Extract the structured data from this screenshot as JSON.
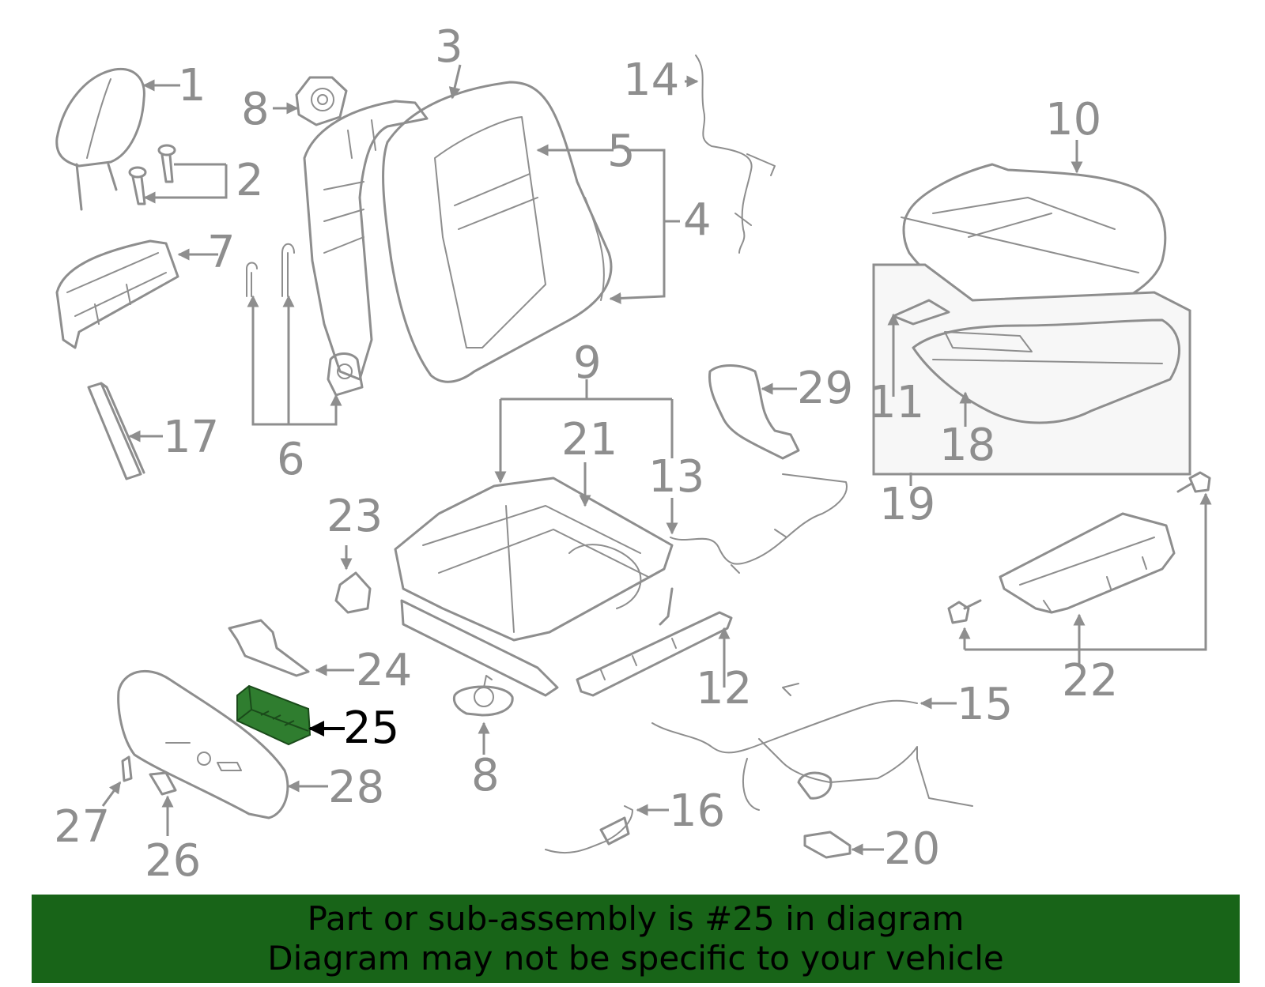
{
  "colors": {
    "part_line": "#8e8e8e",
    "highlight_part": "#2f7d2f",
    "banner_background": "#186418",
    "banner_text": "#000000"
  },
  "callouts": {
    "c1": "1",
    "c2": "2",
    "c3": "3",
    "c4": "4",
    "c5": "5",
    "c6": "6",
    "c7": "7",
    "c8a": "8",
    "c8b": "8",
    "c9": "9",
    "c10": "10",
    "c11": "11",
    "c12": "12",
    "c13": "13",
    "c14": "14",
    "c15": "15",
    "c16": "16",
    "c17": "17",
    "c18": "18",
    "c19": "19",
    "c20": "20",
    "c21": "21",
    "c22": "22",
    "c23": "23",
    "c24": "24",
    "c25": "25",
    "c26": "26",
    "c27": "27",
    "c28": "28",
    "c29": "29"
  },
  "highlighted_part": "25",
  "banner": {
    "line1": "Part or sub-assembly is #25 in diagram",
    "line2": "Diagram may not be specific to your vehicle"
  }
}
